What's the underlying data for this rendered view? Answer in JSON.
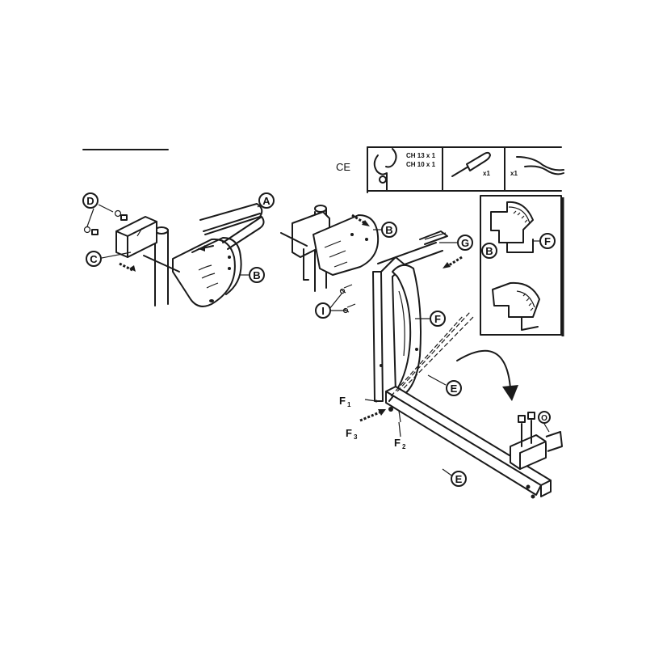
{
  "tools_panel": {
    "ce_mark": "CE",
    "wrench_line1": "CH 13 x 1",
    "wrench_line2": "CH 10 x 1",
    "screwdriver_qty": "x1",
    "pliers_qty": "x1"
  },
  "labels": {
    "A": "A",
    "B": "B",
    "C": "C",
    "D": "D",
    "E": "E",
    "F": "F",
    "G": "G",
    "I": "I",
    "O": "O",
    "F1": "F",
    "F1_sub": "1",
    "F2": "F",
    "F2_sub": "2",
    "F3": "F",
    "F3_sub": "3"
  }
}
